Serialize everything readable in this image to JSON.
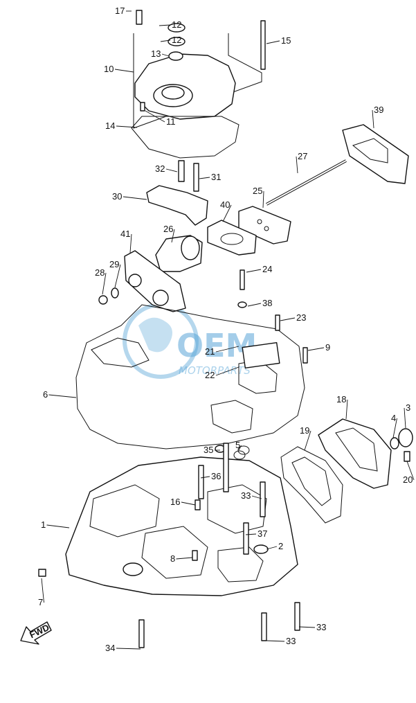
{
  "watermark": {
    "main": "OEM",
    "sub": "MOTORPARTS"
  },
  "fwd_label": "FWD",
  "labels": [
    "17",
    "12",
    "12",
    "13",
    "15",
    "10",
    "11",
    "14",
    "39",
    "27",
    "32",
    "31",
    "25",
    "30",
    "40",
    "26",
    "41",
    "28",
    "29",
    "24",
    "38",
    "23",
    "21",
    "9",
    "22",
    "6",
    "18",
    "3",
    "4",
    "5",
    "35",
    "19",
    "36",
    "33",
    "16",
    "1",
    "37",
    "2",
    "8",
    "20",
    "7",
    "33",
    "33",
    "34"
  ]
}
